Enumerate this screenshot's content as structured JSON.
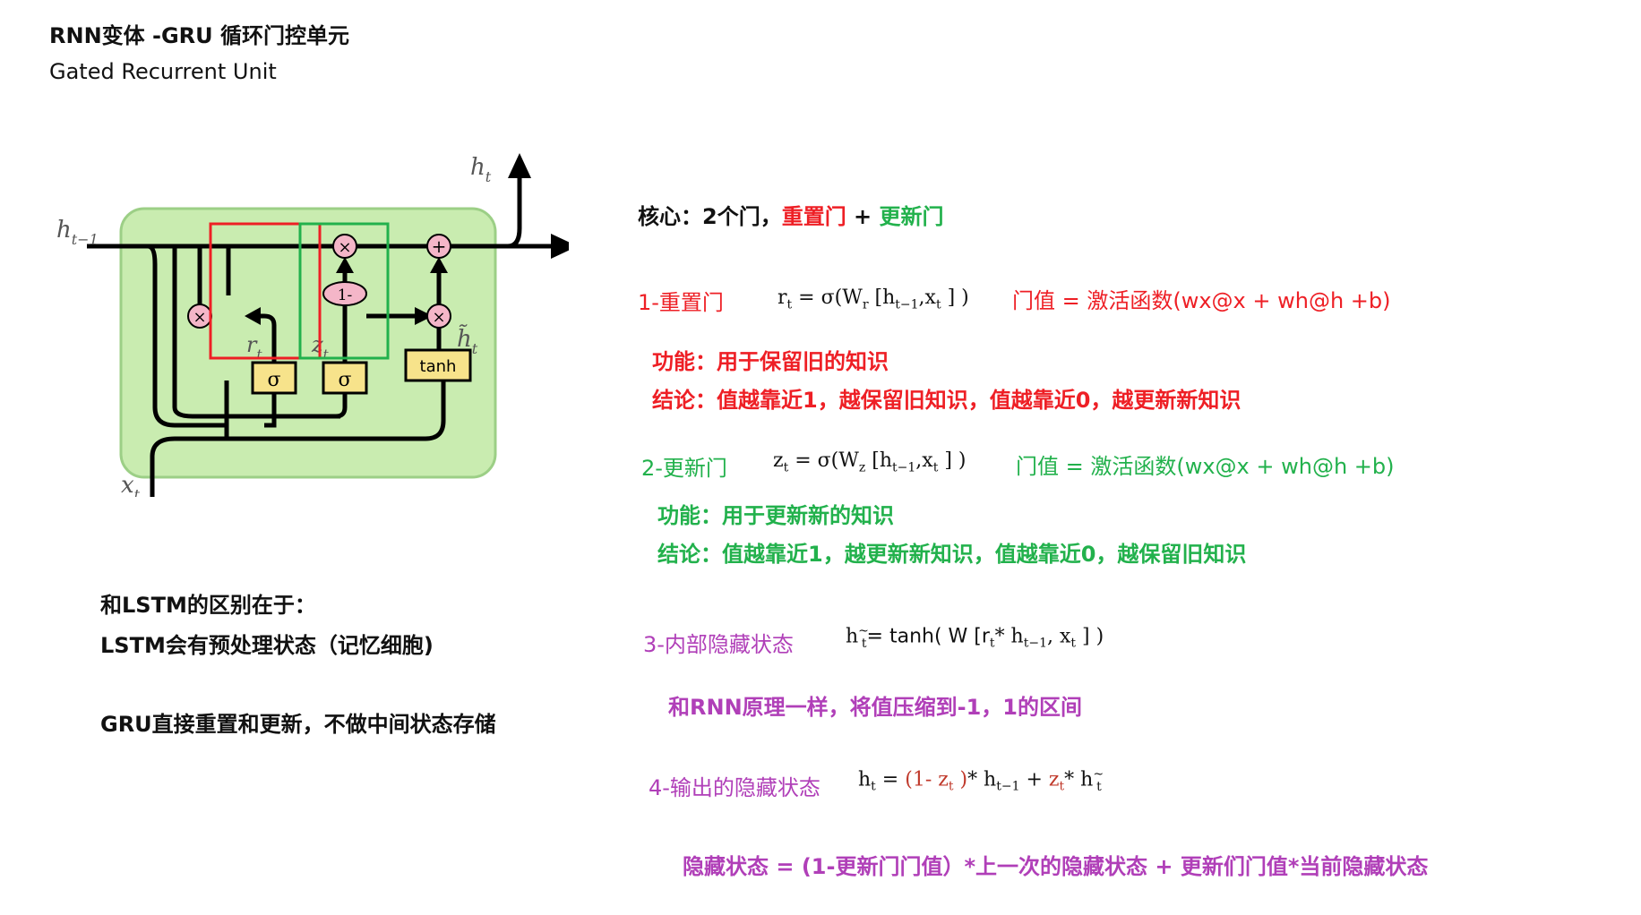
{
  "header": {
    "title": "RNN变体 -GRU  循环门控单元",
    "subtitle": "Gated Recurrent Unit"
  },
  "diagram": {
    "h_t": "h",
    "h_t_sub": "t",
    "h_prev": "h",
    "h_prev_sub": "t−1",
    "x_t": "x",
    "x_t_sub": "t",
    "r_t": "r",
    "r_t_sub": "t",
    "z_t": "z",
    "z_t_sub": "t",
    "h_tilde": "h̃",
    "h_tilde_sub": "t",
    "mult": "×",
    "plus": "+",
    "one_minus": "1-",
    "sigma": "σ",
    "tanh": "tanh"
  },
  "core": {
    "prefix": "核心：2个门，",
    "reset": "重置门",
    "plus": " + ",
    "update": "更新门"
  },
  "reset_gate": {
    "label": "1-重置门",
    "formula": {
      "lhs": "r",
      "lhs_sub": "t",
      "eq": " = σ(W",
      "w_sub": "r",
      "mid": " [h",
      "h_sub": "t−1",
      "comma": ",x",
      "x_sub": "t",
      "end": " ] )"
    },
    "gate_value": "门值 = 激活函数(wx@x + wh@h +b)",
    "function": "功能：用于保留旧的知识",
    "conclusion": "结论：值越靠近1，越保留旧知识，值越靠近0，越更新新知识"
  },
  "update_gate": {
    "label": "2-更新门",
    "formula": {
      "lhs": "z",
      "lhs_sub": "t",
      "eq": " = σ(W",
      "w_sub": "z",
      "mid": " [h",
      "h_sub": "t−1",
      "comma": ",x",
      "x_sub": "t",
      "end": " ] )"
    },
    "gate_value": "门值 = 激活函数(wx@x + wh@h +b)",
    "function": "功能：用于更新新的知识",
    "conclusion": "结论：值越靠近1，越更新新知识，值越靠近0，越保留旧知识"
  },
  "inner_state": {
    "label": "3-内部隐藏状态",
    "formula": {
      "lhs": "h",
      "lhs_sub": "t",
      "lhs_sup": "~",
      "eq": "= tanh( W [r",
      "r_sub": "t",
      "star": "* h",
      "h_sub": "t−1",
      "comma": ", x",
      "x_sub": "t",
      "end": " ]  )"
    },
    "note": "和RNN原理一样，将值压缩到-1，1的区间"
  },
  "output_state": {
    "label": "4-输出的隐藏状态",
    "formula": {
      "lhs": "h",
      "lhs_sub": "t",
      "eq": " = ",
      "one_minus": "(1- z",
      "z_sub": "t",
      "close": " )",
      "star1": "* h",
      "h_sub": "t−1",
      "plus": " + ",
      "z": "z",
      "z2_sub": "t",
      "star2": "* h",
      "ht_sub": "t",
      "ht_sup": "~"
    },
    "note": "隐藏状态 = (1-更新门门值）*上一次的隐藏状态 + 更新们门值*当前隐藏状态"
  },
  "comparison": {
    "line1": "和LSTM的区别在于：",
    "line2": "LSTM会有预处理状态（记忆细胞)",
    "line3": "GRU直接重置和更新，不做中间状态存储"
  }
}
